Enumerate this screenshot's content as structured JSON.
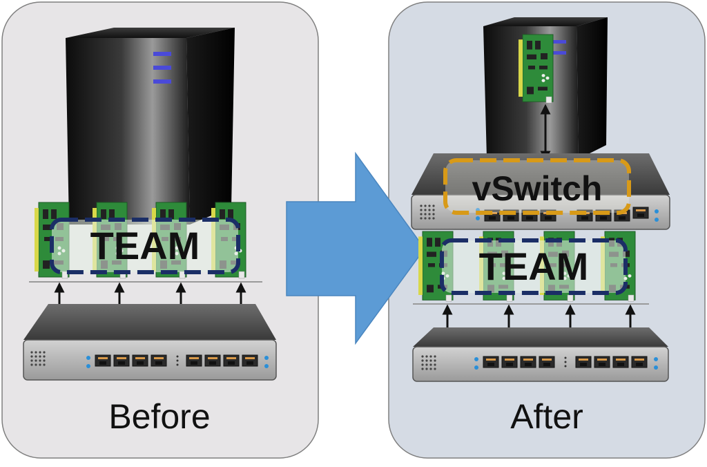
{
  "panels": {
    "before": {
      "caption": "Before",
      "team_label": "TEAM"
    },
    "after": {
      "caption": "After",
      "team_label": "TEAM",
      "vswitch_label": "vSwitch"
    }
  },
  "colors": {
    "before_panel": "#e7e5e7",
    "after_panel": "#d5dbe4",
    "team_border": "#1b2e66",
    "vswitch_border": "#d89a18",
    "arrow_fill": "#5c9bd5",
    "nic_green": "#2e8b3a"
  },
  "icons": [
    "server-tower-icon",
    "network-card-icon",
    "network-switch-icon",
    "double-arrow-icon",
    "right-arrow-icon"
  ]
}
